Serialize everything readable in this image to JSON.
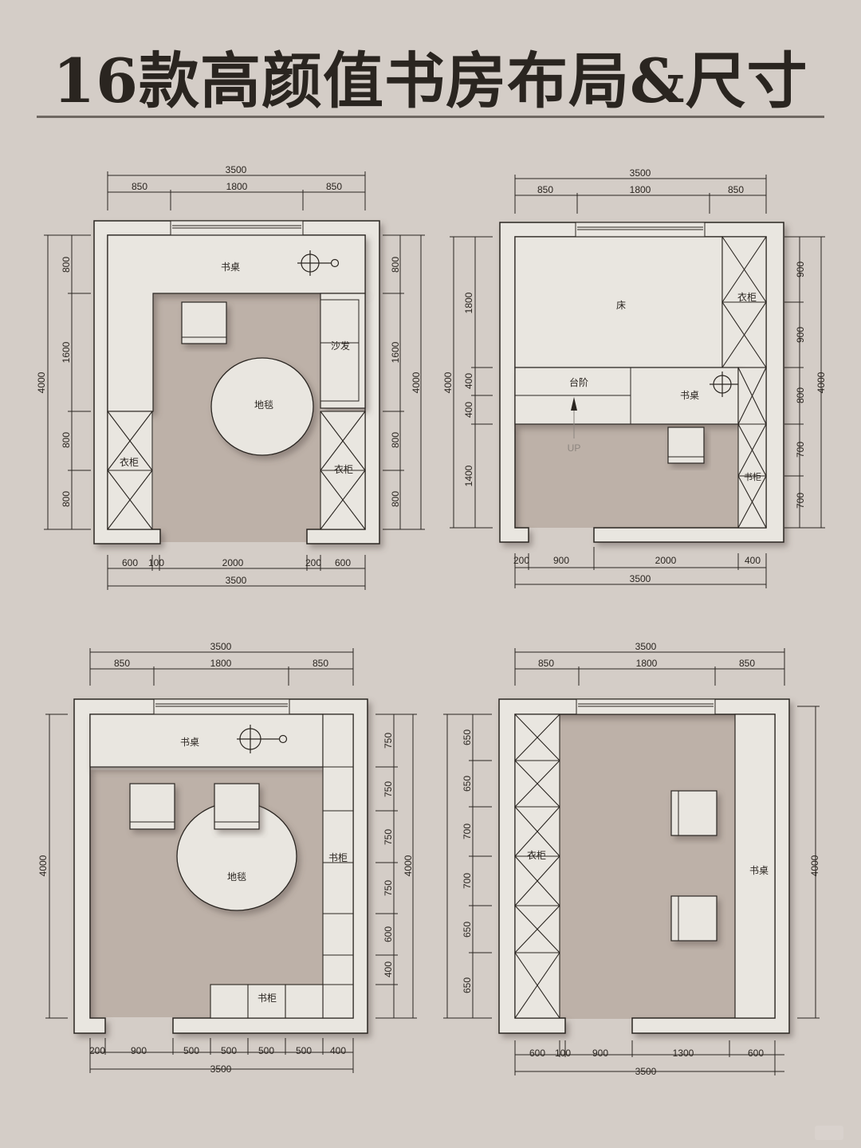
{
  "header": {
    "title": "16款高颜值书房布局&尺寸"
  },
  "colors": {
    "background": "#d4cdc7",
    "wall": "#e9e6e0",
    "floor": "#bdb1a8",
    "line": "#2a2520",
    "title": "#2a2520"
  },
  "plans": [
    {
      "id": "plan-1",
      "top_dims": {
        "total": "3500",
        "segments": [
          "850",
          "1800",
          "850"
        ]
      },
      "bottom_dims": {
        "total": "3500",
        "segments": [
          "600",
          "100",
          "2000",
          "200",
          "600"
        ]
      },
      "left_dims": {
        "total": "4000",
        "segments": [
          "800",
          "1600",
          "800",
          "800"
        ]
      },
      "right_dims": {
        "total": "4000",
        "segments": [
          "800",
          "1600",
          "800",
          "800"
        ]
      },
      "labels": {
        "desk": "书桌",
        "sofa": "沙发",
        "rug": "地毯",
        "wardrobe_left": "衣柜",
        "wardrobe_right": "衣柜"
      }
    },
    {
      "id": "plan-2",
      "top_dims": {
        "total": "3500",
        "segments": [
          "850",
          "1800",
          "850"
        ]
      },
      "bottom_dims": {
        "total": "3500",
        "segments": [
          "200",
          "900",
          "2000",
          "400"
        ]
      },
      "left_dims": {
        "total": "4000",
        "segments": [
          "1800",
          "400",
          "400",
          "1400"
        ]
      },
      "right_dims": {
        "total": "4000",
        "segments": [
          "900",
          "900",
          "800",
          "700",
          "700"
        ]
      },
      "labels": {
        "bed": "床",
        "wardrobe": "衣柜",
        "step": "台阶",
        "desk": "书桌",
        "bookcase": "书柜",
        "up": "UP"
      }
    },
    {
      "id": "plan-3",
      "top_dims": {
        "total": "3500",
        "segments": [
          "850",
          "1800",
          "850"
        ]
      },
      "bottom_dims": {
        "total": "3500",
        "segments": [
          "200",
          "900",
          "500",
          "500",
          "500",
          "500",
          "400"
        ]
      },
      "left_dims": {
        "total": "4000",
        "segments": []
      },
      "right_dims": {
        "total": "4000",
        "segments": [
          "750",
          "750",
          "750",
          "750",
          "600",
          "400"
        ]
      },
      "labels": {
        "desk": "书桌",
        "rug": "地毯",
        "bookcase_right": "书柜",
        "bookcase_bottom": "书柜"
      }
    },
    {
      "id": "plan-4",
      "top_dims": {
        "total": "3500",
        "segments": [
          "850",
          "1800",
          "850"
        ]
      },
      "bottom_dims": {
        "total": "3500",
        "segments": [
          "600",
          "100",
          "900",
          "1300",
          "600"
        ]
      },
      "left_dims": {
        "total": "",
        "segments": [
          "650",
          "650",
          "700",
          "700",
          "650",
          "650"
        ]
      },
      "right_dims": {
        "total": "4000",
        "segments": []
      },
      "labels": {
        "wardrobe": "衣柜",
        "desk": "书桌"
      }
    }
  ]
}
